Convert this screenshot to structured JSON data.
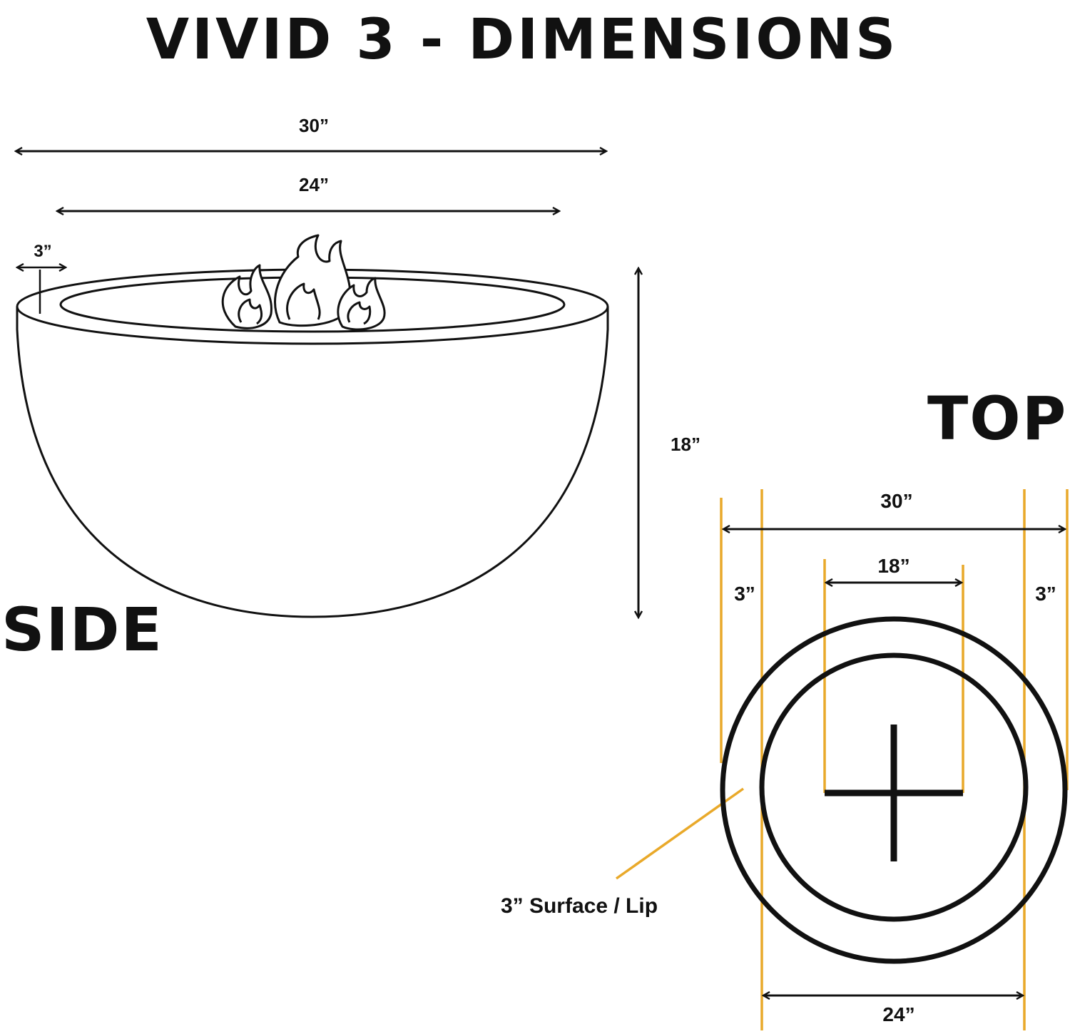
{
  "title": "VIVID 3 - DIMENSIONS",
  "side": {
    "label": "SIDE",
    "dims": {
      "outer_width": "30”",
      "inner_width": "24”",
      "lip": "3”",
      "height": "18”"
    }
  },
  "top": {
    "label": "TOP",
    "dims": {
      "outer_width": "30”",
      "burner_width": "18”",
      "left_lip": "3”",
      "right_lip": "3”",
      "inner_width": "24”"
    },
    "callout": "3” Surface / Lip"
  },
  "colors": {
    "ink": "#111111",
    "guide": "#e9a92a"
  }
}
